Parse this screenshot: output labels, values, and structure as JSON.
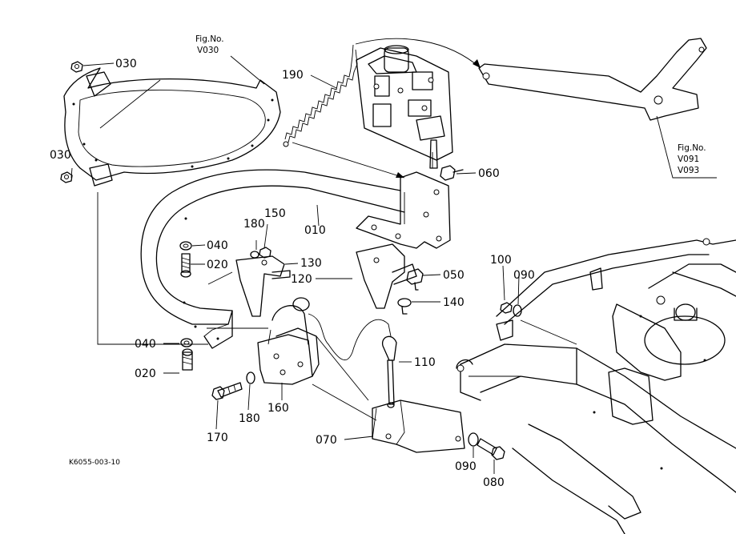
{
  "references": {
    "top": {
      "line1": "Fig.No.",
      "line2": "V030"
    },
    "right": {
      "line1": "Fig.No.",
      "line2": "V091",
      "line3": "V093"
    }
  },
  "parts": {
    "p010": "010",
    "p020a": "020",
    "p020b": "020",
    "p030a": "030",
    "p030b": "030",
    "p040a": "040",
    "p040b": "040",
    "p050": "050",
    "p060": "060",
    "p070": "070",
    "p080": "080",
    "p090a": "090",
    "p090b": "090",
    "p100": "100",
    "p110": "110",
    "p120": "120",
    "p130": "130",
    "p140": "140",
    "p150": "150",
    "p160": "160",
    "p170": "170",
    "p180a": "180",
    "p180b": "180",
    "p190": "190"
  },
  "drawing_code": "K6055-003-10"
}
